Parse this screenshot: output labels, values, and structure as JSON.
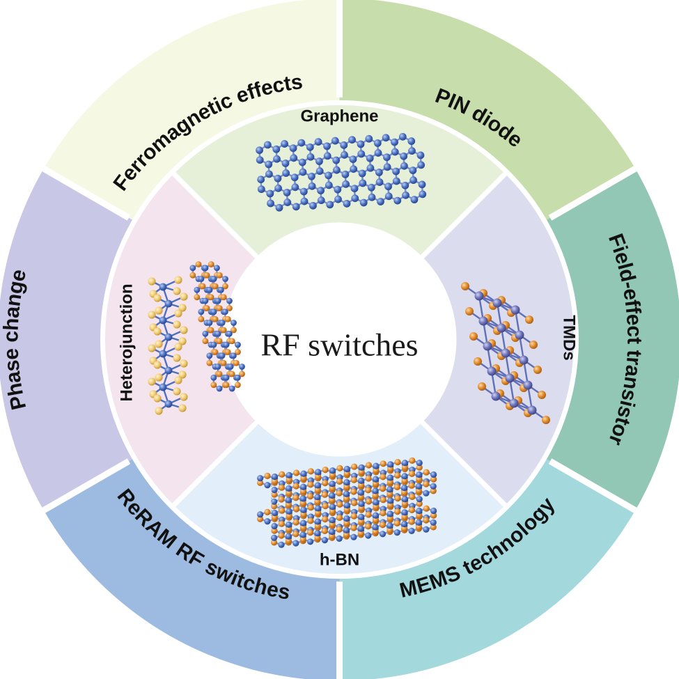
{
  "center": {
    "label": "RF switches"
  },
  "outer_ring": [
    {
      "key": "ferro",
      "label": "Ferromagnetic effects",
      "color": "#f5f8e3"
    },
    {
      "key": "pin",
      "label": "PIN diode",
      "color": "#c7ddab"
    },
    {
      "key": "fet",
      "label": "Field-effect transistor",
      "color": "#93c7b5"
    },
    {
      "key": "mems",
      "label": "MEMS technology",
      "color": "#a3d8dd"
    },
    {
      "key": "reram",
      "label": "ReRAM RF switches",
      "color": "#9dbbe0"
    },
    {
      "key": "phase",
      "label": "Phase change",
      "color": "#c9c7e6"
    }
  ],
  "inner_ring": [
    {
      "key": "graphene",
      "label": "Graphene",
      "color": "#e6f0d9",
      "structure": "graphene-lattice-icon"
    },
    {
      "key": "tmds",
      "label": "TMDs",
      "color": "#dcdcef",
      "structure": "tmd-lattice-icon"
    },
    {
      "key": "hbn",
      "label": "h-BN",
      "color": "#e2eef9",
      "structure": "hbn-bilayer-icon"
    },
    {
      "key": "heterojunction",
      "label": "Heterojunction",
      "color": "#f3e4ee",
      "structure": "heterojunction-lattice-icon"
    }
  ],
  "atom_colors": {
    "carbon": "#4a6fc0",
    "chalcogen": "#e08a2a",
    "boron": "#e6a042",
    "nitrogen": "#4a6fc0",
    "sulfur": "#f0cc74"
  }
}
